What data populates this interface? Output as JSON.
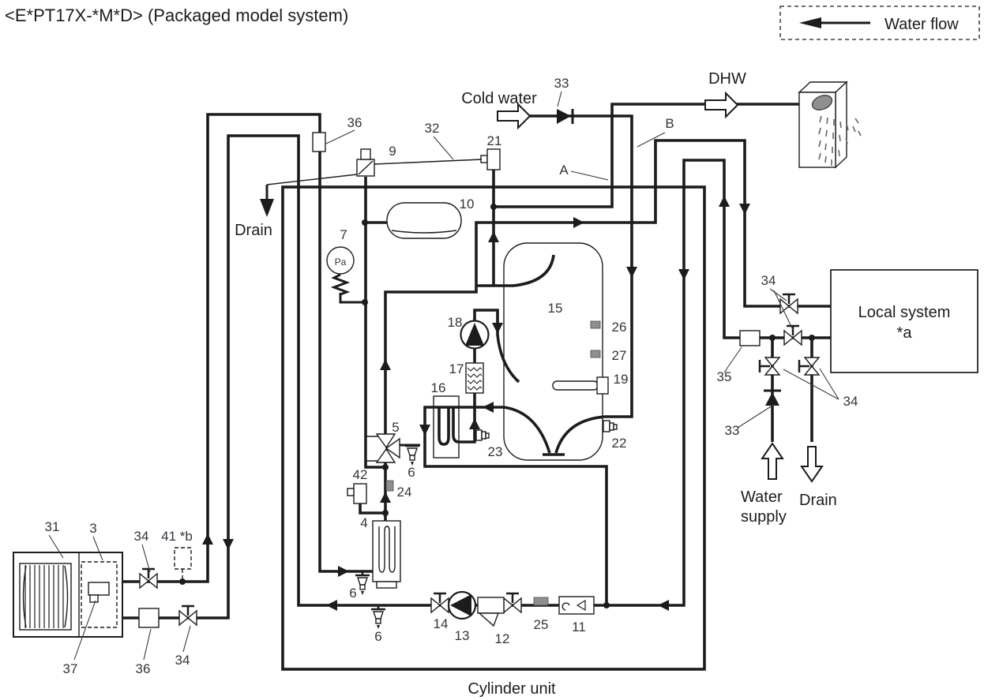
{
  "title": "<E*PT17X-*M*D> (Packaged model system)",
  "legend": {
    "water_flow": "Water flow"
  },
  "texts": {
    "cold_water": "Cold water",
    "dhw": "DHW",
    "drain_top_left": "Drain",
    "water_supply_1": "Water",
    "water_supply_2": "supply",
    "drain_right": "Drain",
    "local_system_1": "Local system",
    "local_system_2": "*a",
    "cylinder_unit": "Cylinder unit",
    "pa_gauge": "Pa",
    "line_a": "A",
    "line_b": "B"
  },
  "component_labels": {
    "n3": "3",
    "n4": "4",
    "n5": "5",
    "n6_valve": "6",
    "n6_heater": "6",
    "n6_return": "6",
    "n7": "7",
    "n9": "9",
    "n10": "10",
    "n11": "11",
    "n12": "12",
    "n13": "13",
    "n14": "14",
    "n15": "15",
    "n16": "16",
    "n17": "17",
    "n18": "18",
    "n19": "19",
    "n21": "21",
    "n22": "22",
    "n23": "23",
    "n24": "24",
    "n25": "25",
    "n26": "26",
    "n27": "27",
    "n31": "31",
    "n32": "32",
    "n33_top": "33",
    "n33_right": "33",
    "n34_outdoor_top": "34",
    "n34_outdoor_bottom": "34",
    "n34_local": "34",
    "n34_risers": "34",
    "n35": "35",
    "n36_top": "36",
    "n36_outdoor": "36",
    "n37": "37",
    "n41": "41 *b",
    "n42": "42"
  }
}
